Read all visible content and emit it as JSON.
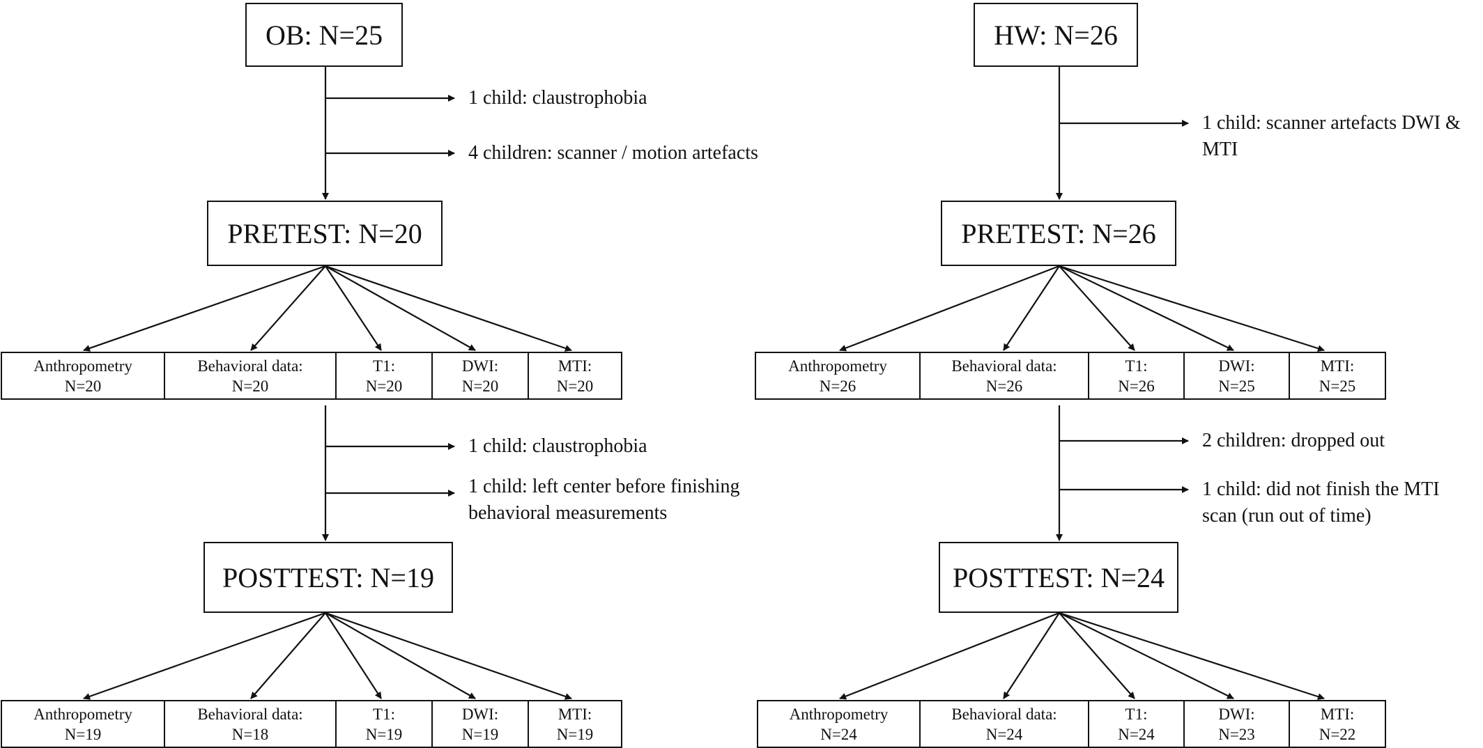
{
  "left": {
    "start": "OB: N=25",
    "exclusions1": [
      "1 child: claustrophobia",
      "4 children: scanner / motion artefacts"
    ],
    "pretest": "PRETEST: N=20",
    "pretest_cells": [
      {
        "label": "Anthropometry",
        "n": "N=20"
      },
      {
        "label": "Behavioral data:",
        "n": "N=20"
      },
      {
        "label": "T1:",
        "n": "N=20"
      },
      {
        "label": "DWI:",
        "n": "N=20"
      },
      {
        "label": "MTI:",
        "n": "N=20"
      }
    ],
    "exclusions2": [
      [
        "1 child: claustrophobia"
      ],
      [
        "1 child: left center before finishing",
        "behavioral measurements"
      ]
    ],
    "posttest": "POSTTEST: N=19",
    "posttest_cells": [
      {
        "label": "Anthropometry",
        "n": "N=19"
      },
      {
        "label": "Behavioral data:",
        "n": "N=18"
      },
      {
        "label": "T1:",
        "n": "N=19"
      },
      {
        "label": "DWI:",
        "n": "N=19"
      },
      {
        "label": "MTI:",
        "n": "N=19"
      }
    ]
  },
  "right": {
    "start": "HW: N=26",
    "exclusions1": [
      [
        "1 child: scanner artefacts DWI &",
        "MTI"
      ]
    ],
    "pretest": "PRETEST: N=26",
    "pretest_cells": [
      {
        "label": "Anthropometry",
        "n": "N=26"
      },
      {
        "label": "Behavioral data:",
        "n": "N=26"
      },
      {
        "label": "T1:",
        "n": "N=26"
      },
      {
        "label": "DWI:",
        "n": "N=25"
      },
      {
        "label": "MTI:",
        "n": "N=25"
      }
    ],
    "exclusions2": [
      [
        "2 children: dropped out"
      ],
      [
        "1 child: did not finish the MTI",
        "scan (run out of time)"
      ]
    ],
    "posttest": "POSTTEST: N=24",
    "posttest_cells": [
      {
        "label": "Anthropometry",
        "n": "N=24"
      },
      {
        "label": "Behavioral data:",
        "n": "N=24"
      },
      {
        "label": "T1:",
        "n": "N=24"
      },
      {
        "label": "DWI:",
        "n": "N=23"
      },
      {
        "label": "MTI:",
        "n": "N=22"
      }
    ]
  }
}
